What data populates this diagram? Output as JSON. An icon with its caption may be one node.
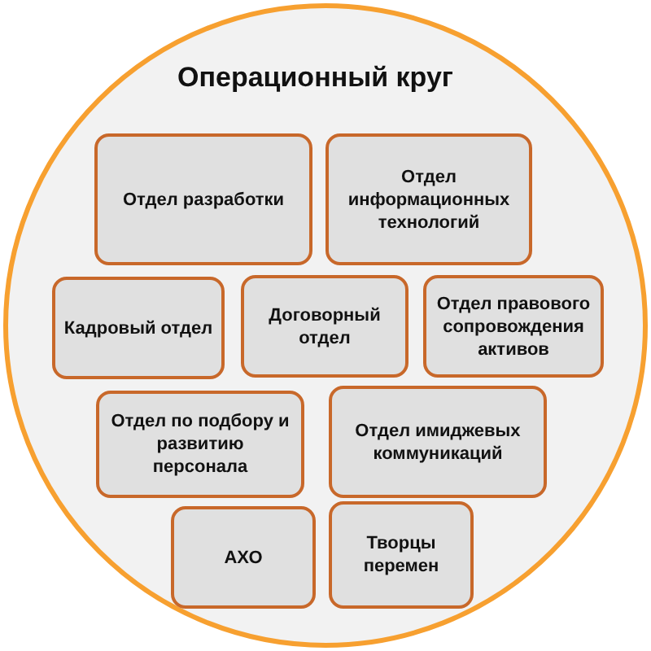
{
  "diagram": {
    "nodes": [
      {
        "text": [
          "Операционный круг"
        ]
      },
      {
        "text": [
          "Отдел разработки"
        ],
        "in": 0
      },
      {
        "text": [
          "Отдел информационных технологий"
        ],
        "in": 0
      },
      {
        "text": [
          "Кадровый отдел"
        ],
        "in": 0
      },
      {
        "text": [
          "Договорный отдел"
        ],
        "in": 0
      },
      {
        "text": [
          "Отдел правового сопровождения активов"
        ],
        "in": 0
      },
      {
        "text": [
          "Отдел по подбору и развитию персонала"
        ],
        "in": 0
      },
      {
        "text": [
          "Отдел имиджевых коммуникаций"
        ],
        "in": 0
      },
      {
        "text": [
          "АХО"
        ],
        "in": 0
      },
      {
        "text": [
          "Творцы перемен"
        ],
        "in": 0
      }
    ]
  }
}
